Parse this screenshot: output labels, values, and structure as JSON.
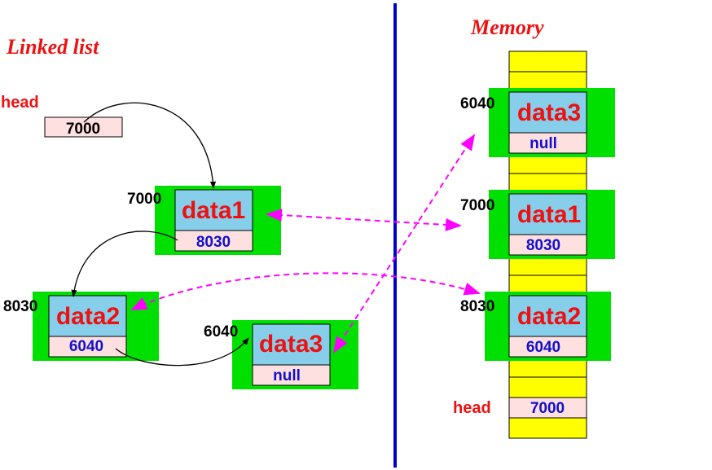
{
  "titles": {
    "linked_list": "Linked list",
    "memory": "Memory"
  },
  "colors": {
    "accent_red": "#ee1111",
    "value_blue": "#1111cc",
    "divider_blue": "#0000cc",
    "data_cell": "#87ceeb",
    "pointer_cell": "#ffe0e0",
    "node_bg": "#00e000",
    "memory_cell": "#ffff00",
    "arrow_magenta": "#ff00ff"
  },
  "linked_list": {
    "head_label": "head",
    "head_value": "7000",
    "nodes": [
      {
        "addr": "7000",
        "data": "data1",
        "next": "8030"
      },
      {
        "addr": "8030",
        "data": "data2",
        "next": "6040"
      },
      {
        "addr": "6040",
        "data": "data3",
        "next": "null"
      }
    ]
  },
  "memory": {
    "blocks": [
      {
        "addr": "6040",
        "data": "data3",
        "next": "null"
      },
      {
        "addr": "7000",
        "data": "data1",
        "next": "8030"
      },
      {
        "addr": "8030",
        "data": "data2",
        "next": "6040"
      }
    ],
    "head_label": "head",
    "head_value": "7000"
  }
}
